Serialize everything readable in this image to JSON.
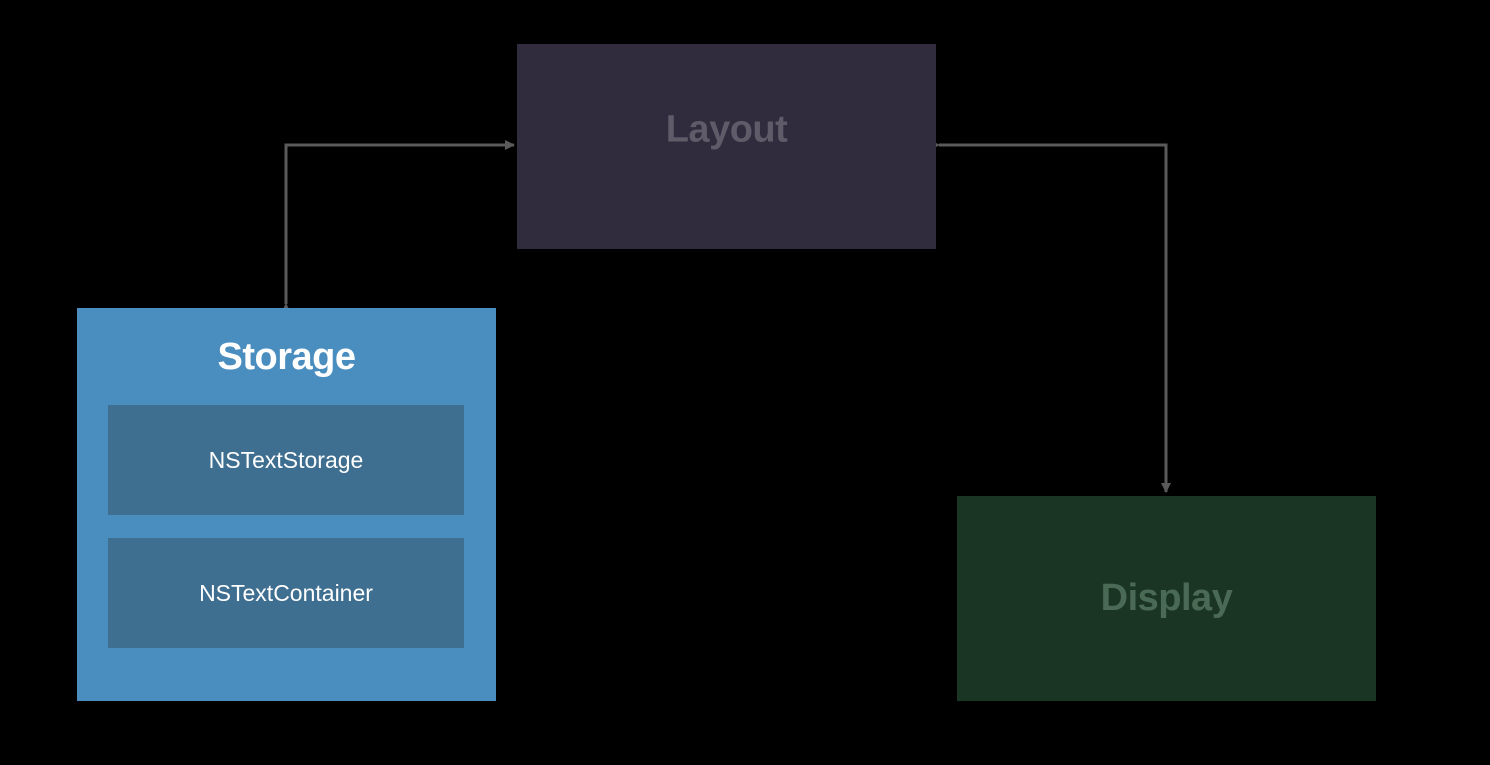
{
  "diagram": {
    "layout": {
      "label": "Layout",
      "fill": "#302b3d",
      "text_color": "#5f5b68"
    },
    "storage": {
      "label": "Storage",
      "fill": "#4a8dbf",
      "text_color": "#ffffff",
      "components": [
        {
          "label": "NSTextStorage"
        },
        {
          "label": "NSTextContainer"
        }
      ],
      "component_fill": "#3e6f90",
      "component_text_color": "#ffffff"
    },
    "display": {
      "label": "Display",
      "fill": "#1a3524",
      "text_color": "#4b6a55"
    },
    "connector_color": "#5a5a5a",
    "connections": [
      {
        "between": [
          "Storage",
          "Layout"
        ],
        "arrows": "both"
      },
      {
        "between": [
          "Layout",
          "Display"
        ],
        "arrows": "both"
      }
    ]
  }
}
